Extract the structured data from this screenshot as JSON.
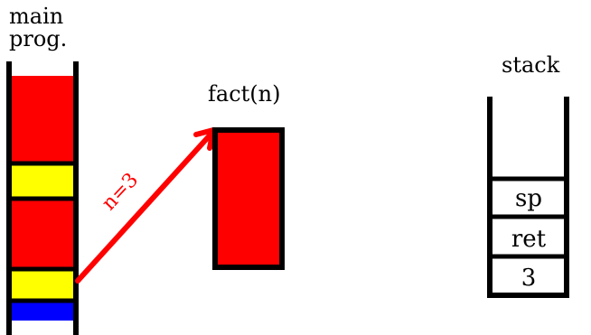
{
  "labels": {
    "main_line1": "main",
    "main_line2": "prog.",
    "function": "fact(n)",
    "stack": "stack",
    "argument": "n=3"
  },
  "stack": {
    "cells": [
      "sp",
      "ret",
      "3"
    ]
  },
  "colors": {
    "code_block": "#ff0000",
    "call_site": "#ffff00",
    "current_pc": "#0000ff",
    "arrow": "#ff0000",
    "outline": "#000000"
  }
}
